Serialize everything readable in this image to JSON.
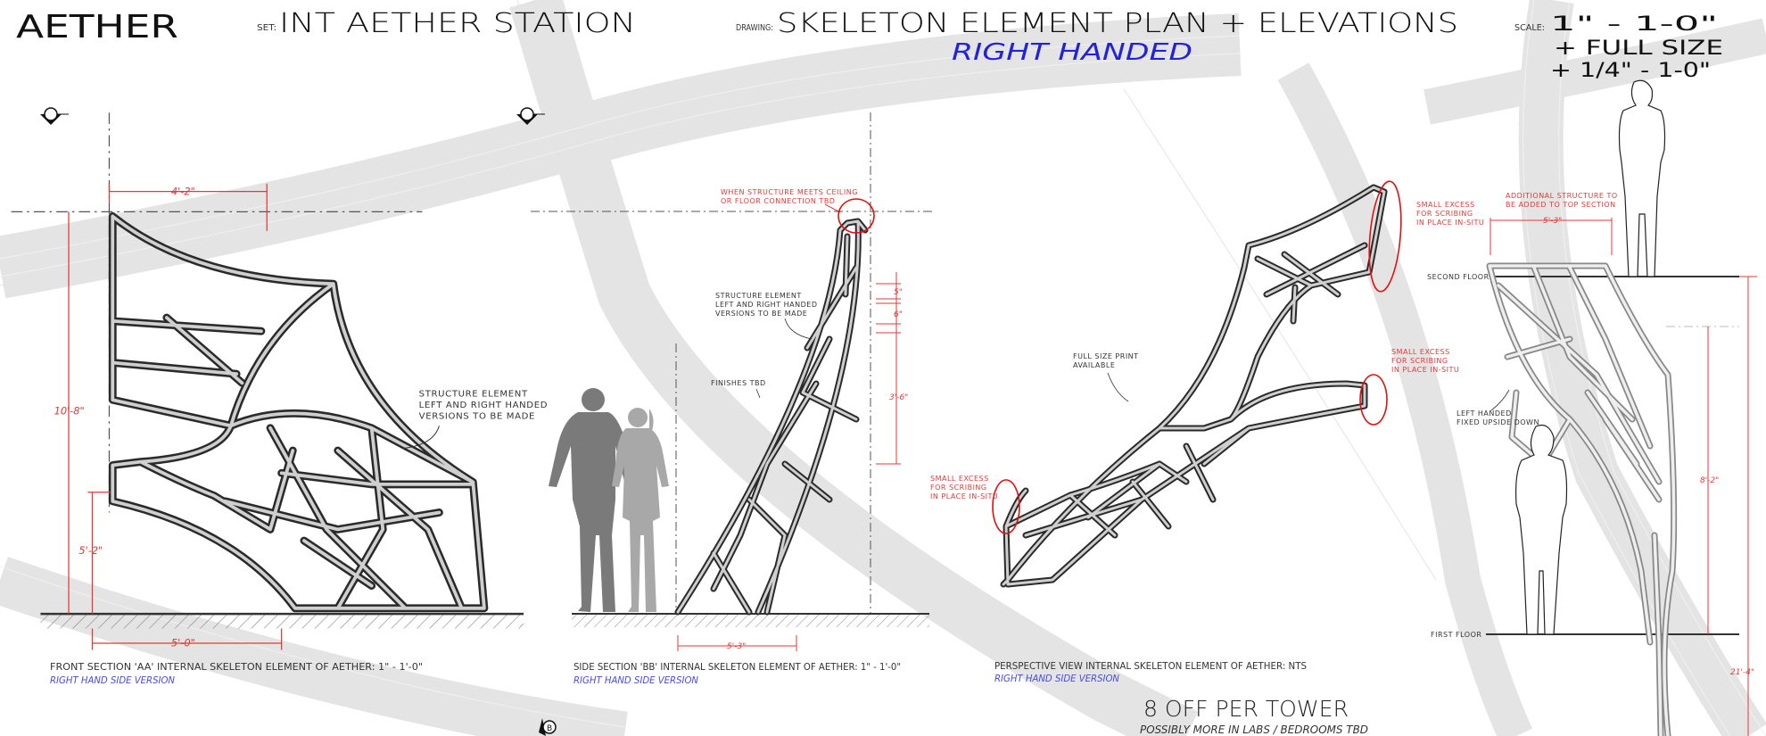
{
  "header": {
    "logo": "AETHER",
    "set_label": "SET:",
    "set_value": "INT AETHER STATION",
    "drawing_label": "DRAWING:",
    "drawing_title": "SKELETON ELEMENT PLAN + ELEVATIONS",
    "drawing_subtitle": "RIGHT HANDED",
    "scale_label": "SCALE:",
    "scale_lines": [
      "1\" - 1-0\"",
      "+ FULL SIZE",
      "+ 1/4\" - 1-0\""
    ]
  },
  "front_section": {
    "caption": "FRONT SECTION 'AA' INTERNAL SKELETON ELEMENT OF AETHER: 1\" - 1'-0\"",
    "subcaption": "RIGHT HAND SIDE VERSION",
    "note": [
      "STRUCTURE ELEMENT",
      "LEFT AND RIGHT HANDED",
      "VERSIONS TO BE MADE"
    ],
    "dims": {
      "top_width": "4'-2\"",
      "overall_height": "10'-8\"",
      "lower_height": "5'-2\"",
      "base_width": "5'-0\""
    }
  },
  "side_section": {
    "caption": "SIDE SECTION 'BB' INTERNAL SKELETON ELEMENT OF AETHER: 1\" - 1'-0\"",
    "subcaption": "RIGHT HAND SIDE VERSION",
    "note": [
      "STRUCTURE ELEMENT",
      "LEFT AND RIGHT HANDED",
      "VERSIONS TO BE MADE"
    ],
    "finishes_note": "FINISHES TBD",
    "red_note": [
      "WHEN STRUCTURE MEETS CEILING",
      "OR FLOOR CONNECTION TBD"
    ],
    "dims": {
      "d1": "5\"",
      "d2": "6\"",
      "d3": "3'-6\"",
      "base_width": "5'-3\""
    }
  },
  "perspective": {
    "caption": "PERSPECTIVE VIEW INTERNAL SKELETON ELEMENT OF AETHER: NTS",
    "subcaption": "RIGHT HAND SIDE VERSION",
    "note": [
      "FULL SIZE PRINT",
      "AVAILABLE"
    ],
    "excess_note": [
      "SMALL EXCESS",
      "FOR SCRIBING",
      "IN PLACE IN-SITU"
    ]
  },
  "elevation": {
    "additional_note": [
      "ADDITIONAL STRUCTURE TO",
      "BE ADDED TO TOP SECTION"
    ],
    "top_dim": "5'-3\"",
    "second_floor": "SECOND FLOOR",
    "first_floor": "FIRST FLOOR",
    "left_note": [
      "LEFT HANDED",
      "FIXED UPSIDE DOWN"
    ],
    "dims": {
      "floor_height": "8'-2\"",
      "total_height": "21'-4\""
    }
  },
  "markers": {
    "section_b": "B"
  },
  "footer": {
    "quantity": "8 OFF PER TOWER",
    "quantity_note": "POSSIBLY MORE IN LABS / BEDROOMS TBD"
  },
  "colors": {
    "annotation_red": "#e23a3a",
    "version_blue": "#4a4ae0",
    "title_blue": "#2222dd"
  }
}
